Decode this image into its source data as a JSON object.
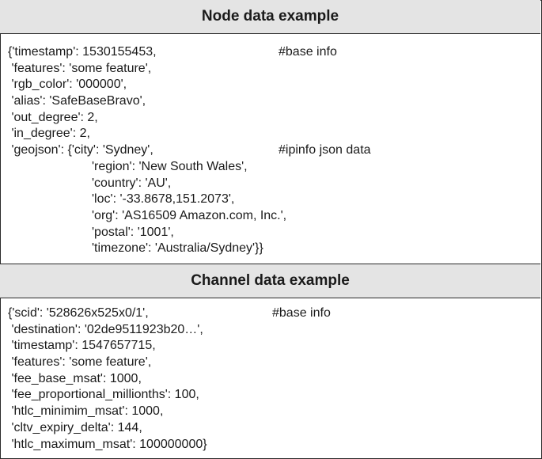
{
  "node": {
    "title": "Node data example",
    "lines": [
      {
        "code": "{'timestamp': 1530155453,",
        "comment": "#base info"
      },
      {
        "code": " 'features': 'some feature',",
        "comment": ""
      },
      {
        "code": " 'rgb_color': '000000',",
        "comment": ""
      },
      {
        "code": " 'alias': 'SafeBaseBravo',",
        "comment": ""
      },
      {
        "code": " 'out_degree': 2,",
        "comment": ""
      },
      {
        "code": " 'in_degree': 2,",
        "comment": ""
      },
      {
        "code": " 'geojson': {'city': 'Sydney',",
        "comment": "#ipinfo json data"
      },
      {
        "code": "'region': 'New South Wales',",
        "comment": ""
      },
      {
        "code": "'country': 'AU',",
        "comment": ""
      },
      {
        "code": "'loc': '-33.8678,151.2073',",
        "comment": ""
      },
      {
        "code": "'org': 'AS16509 Amazon.com, Inc.',",
        "comment": ""
      },
      {
        "code": "'postal': '1001',",
        "comment": ""
      },
      {
        "code": "'timezone': 'Australia/Sydney'}}",
        "comment": ""
      }
    ]
  },
  "channel": {
    "title": "Channel data example",
    "lines": [
      {
        "code": "{'scid': '528626x525x0/1',",
        "comment": "#base info"
      },
      {
        "code": " 'destination': '02de9511923b20…',",
        "comment": ""
      },
      {
        "code": " 'timestamp': 1547657715,",
        "comment": ""
      },
      {
        "code": " 'features': 'some feature',",
        "comment": ""
      },
      {
        "code": " 'fee_base_msat': 1000,",
        "comment": ""
      },
      {
        "code": " 'fee_proportional_millionths': 100,",
        "comment": ""
      },
      {
        "code": " 'htlc_minimim_msat': 1000,",
        "comment": ""
      },
      {
        "code": " 'cltv_expiry_delta': 144,",
        "comment": ""
      },
      {
        "code": " 'htlc_maximum_msat': 100000000}",
        "comment": ""
      }
    ]
  }
}
